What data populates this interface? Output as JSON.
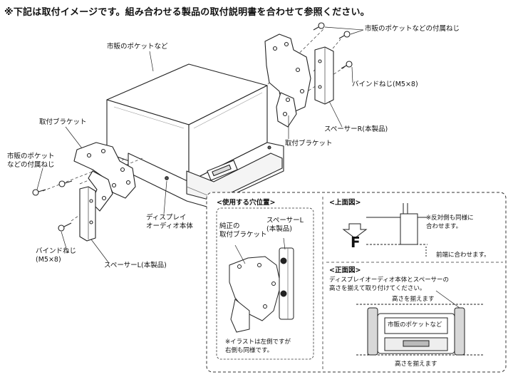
{
  "header": {
    "note": "※下記は取付イメージです。組み合わせる製品の取付説明書を合わせて参照ください。"
  },
  "main_labels": {
    "pocket_top": "市販のポケットなど",
    "screws_right": "市販のポケットなどの付属ねじ",
    "bind_screw_right": "バインドねじ(M5×8)",
    "spacer_r": "スペーサーR(本製品)",
    "bracket_right": "取付ブラケット",
    "bracket_left": "取付ブラケット",
    "screws_left": "市販のポケット\nなどの付属ねじ",
    "bind_screw_left": "バインドねじ\n(M5×8)",
    "spacer_l": "スペーサーL(本製品)",
    "display_unit": "ディスプレイ\nオーディオ本体"
  },
  "inset": {
    "holes_title": "<使用する穴位置>",
    "oem_bracket": "純正の\n取付ブラケット",
    "spacer_l": "スペーサーL\n(本製品)",
    "illust_note": "※イラストは左側ですが\n右側も同様です。",
    "top_view_title": "<上面図>",
    "opposite_note": "※反対側も同様に\n合わせます。",
    "front_marker": "F",
    "align_front": "前端に合わせます。",
    "front_view_title": "<正面図>",
    "front_view_desc": "ディスプレイオーディオ本体とスペーサーの\n高さを揃えて取り付けてください。",
    "align_height_top": "高さを揃えます",
    "pocket_label": "市販のポケットなど",
    "align_height_bottom": "高さを揃えます"
  }
}
